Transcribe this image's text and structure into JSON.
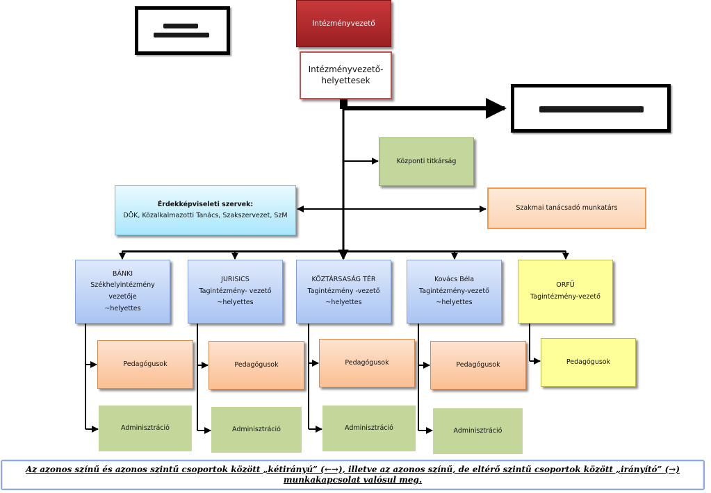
{
  "leader": {
    "label": "Intézményvezető"
  },
  "deputy": {
    "line1": "Intézményvezető-",
    "line2": "helyettesek"
  },
  "central_secretariat": {
    "label": "Központi titkárság"
  },
  "professional_advisor": {
    "label": "Szakmai tanácsadó munkatárs"
  },
  "interest_bodies": {
    "title": "Érdekképviseleti szervek:",
    "members": "DÖK, Közalkalmazotti Tanács, Szakszervezet, SzM"
  },
  "units": [
    {
      "name": "BÁNKI",
      "role": "Székhelyintézmény vezetője",
      "deputy": "~helyettes"
    },
    {
      "name": "JURISICS",
      "role": "Tagintézmény- vezető",
      "deputy": "~helyettes"
    },
    {
      "name": "KÖZTÁRSASÁG TÉR",
      "role": "Tagintézmény -vezető",
      "deputy": "~helyettes"
    },
    {
      "name": "Kovács Béla",
      "role": "Tagintézmény-vezető",
      "deputy": "~helyettes"
    },
    {
      "name": "ORFŰ",
      "role": "Tagintézmény-vezető"
    }
  ],
  "teachers_label": "Pedagógusok",
  "administration_label": "Adminisztráció",
  "footer_note": "Az azonos színű és azonos szintű csoportok között „kétirányú” (←→), illetve az azonos színű, de eltérő szintű csoportok között „irányító” (→) munkakapcsolat valósul meg.",
  "colors": {
    "leader": "#b02a2c",
    "deputy_border": "#c0504d",
    "unit_blue": "#a9c4f3",
    "unit_yellow": "#ffff99",
    "teachers_orange": "#fbbf92",
    "admin_green": "#c4d79b",
    "interest_cyan": "#a9e6fb",
    "advisor_orange": "#f79646",
    "line": "#000000"
  }
}
